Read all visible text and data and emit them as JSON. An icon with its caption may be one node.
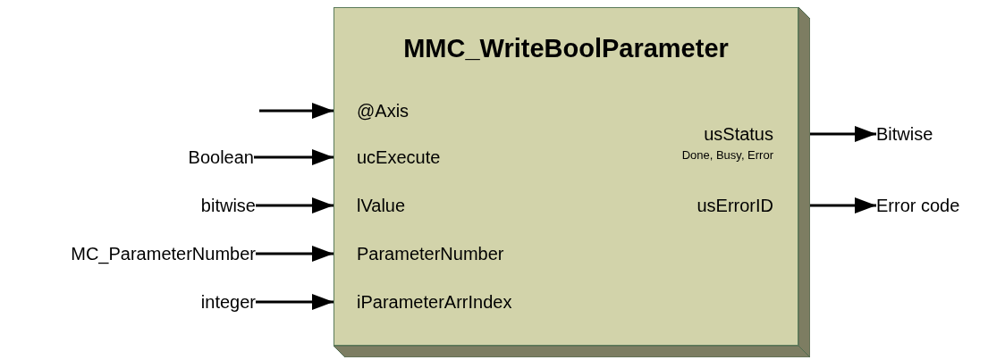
{
  "diagram": {
    "nodes": [
      {
        "text": [
          "MMC_WriteBoolParameter"
        ]
      },
      {
        "text": [
          "@Axis"
        ],
        "in": 0
      },
      {
        "text": [
          "ucExecute"
        ],
        "in": 0
      },
      {
        "text": [
          "lValue"
        ],
        "in": 0
      },
      {
        "text": [
          "ParameterNumber"
        ],
        "in": 0
      },
      {
        "text": [
          "iParameterArrIndex"
        ],
        "in": 0
      },
      {
        "text": [
          "usStatus",
          "Done, Busy, Error"
        ],
        "in": 0
      },
      {
        "text": [
          "usErrorID"
        ],
        "in": 0
      },
      {
        "text": [
          "Boolean"
        ]
      },
      {
        "text": [
          "bitwise"
        ]
      },
      {
        "text": [
          "MC_ParameterNumber"
        ]
      },
      {
        "text": [
          "integer"
        ]
      },
      {
        "text": [
          "Bitwise"
        ]
      },
      {
        "text": [
          "Error code"
        ]
      }
    ],
    "edges": [
      {
        "from": null,
        "to": 1,
        "arrow": "to"
      },
      {
        "from": 8,
        "to": 2,
        "arrow": "to"
      },
      {
        "from": 9,
        "to": 3,
        "arrow": "to"
      },
      {
        "from": 10,
        "to": 4,
        "arrow": "to"
      },
      {
        "from": 11,
        "to": 5,
        "arrow": "to"
      },
      {
        "from": 6,
        "to": 12,
        "arrow": "to"
      },
      {
        "from": 7,
        "to": 13,
        "arrow": "to"
      }
    ]
  }
}
